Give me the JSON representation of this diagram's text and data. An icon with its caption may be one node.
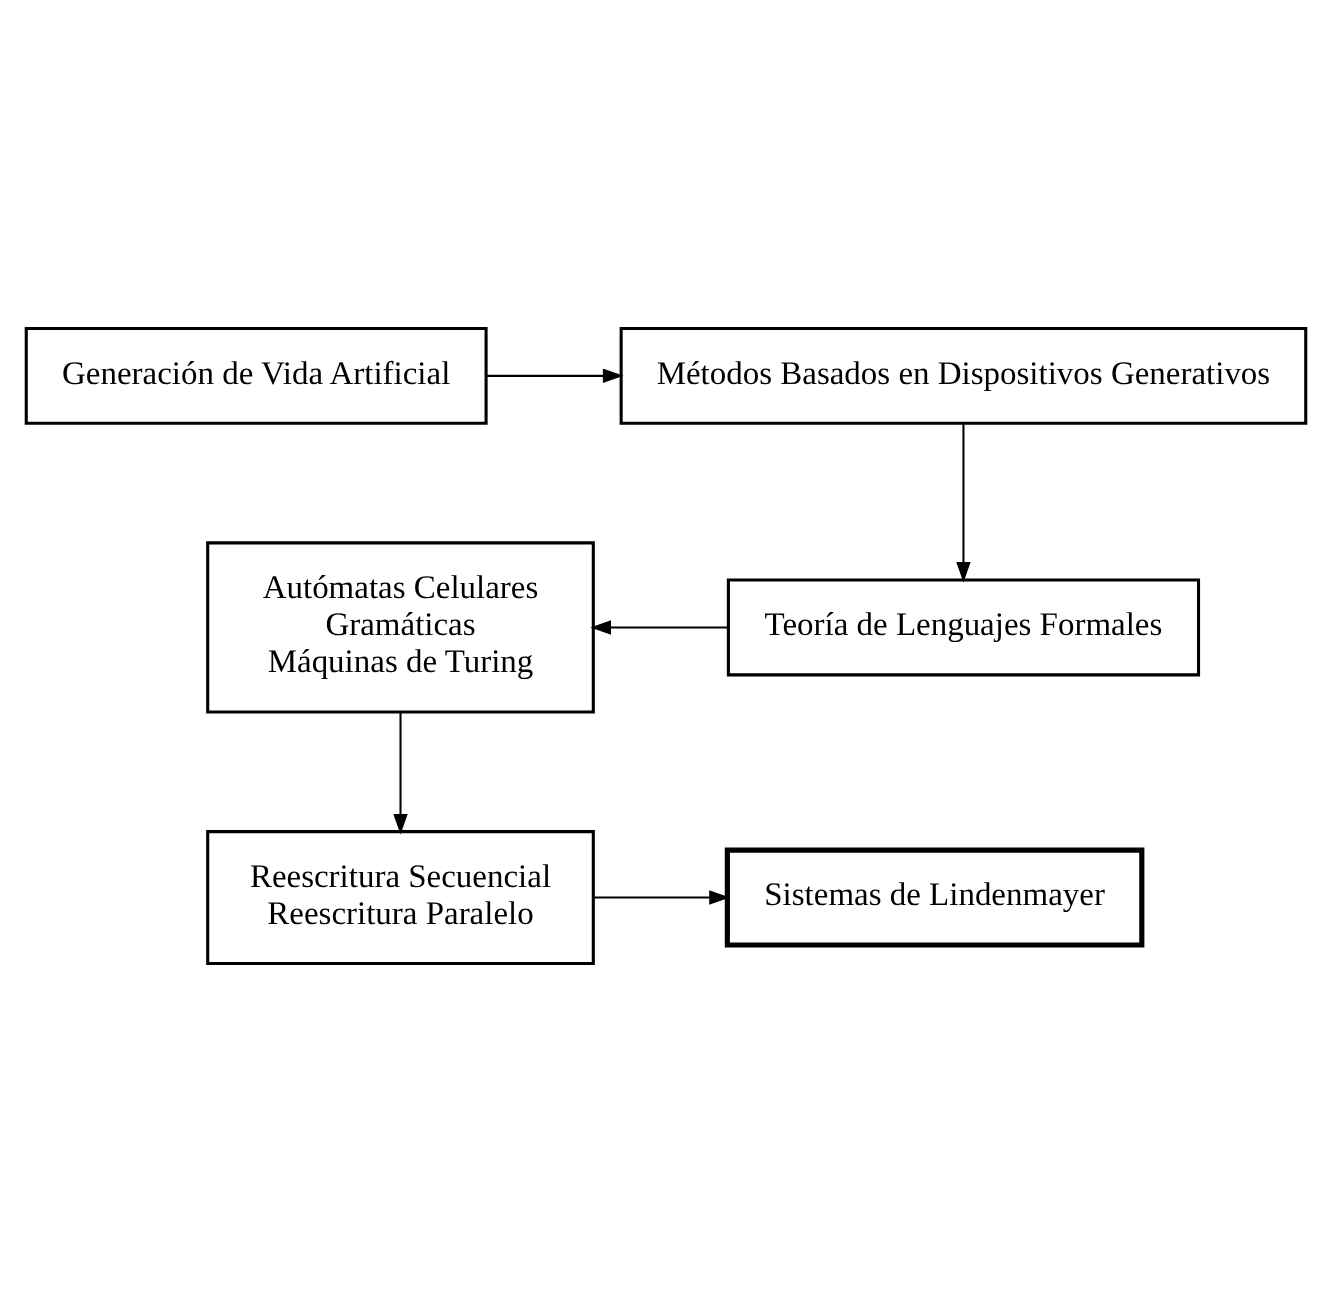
{
  "diagram": {
    "nodes": [
      {
        "text": [
          "Generación de Vida Artificial"
        ]
      },
      {
        "text": [
          "Métodos Basados en Dispositivos Generativos"
        ]
      },
      {
        "text": [
          "Teoría de Lenguajes Formales"
        ]
      },
      {
        "text": [
          "Autómatas Celulares",
          "Gramáticas",
          "Máquinas de Turing"
        ]
      },
      {
        "text": [
          "Reescritura Secuencial",
          "Reescritura Paralelo"
        ]
      },
      {
        "text": [
          "Sistemas de Lindenmayer"
        ]
      }
    ],
    "edges": [
      {
        "from": 0,
        "to": 1,
        "arrow": "to"
      },
      {
        "from": 1,
        "to": 2,
        "arrow": "to"
      },
      {
        "from": 2,
        "to": 3,
        "arrow": "to"
      },
      {
        "from": 3,
        "to": 4,
        "arrow": "to"
      },
      {
        "from": 4,
        "to": 5,
        "arrow": "to"
      }
    ]
  }
}
